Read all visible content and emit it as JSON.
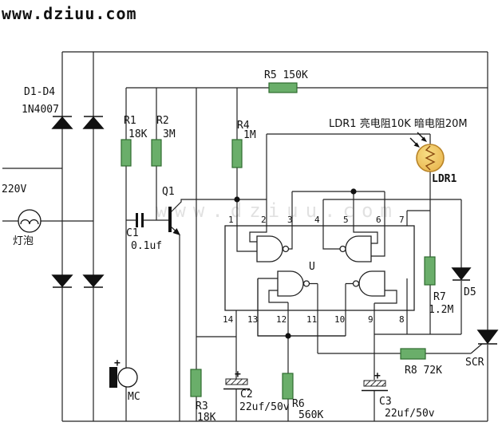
{
  "logo": {
    "text": "www.dziuu.com",
    "color": "#dd0000"
  },
  "watermark": "www.dziuu.com",
  "power_input": {
    "voltage": "220V",
    "lamp": "灯泡"
  },
  "bridge": {
    "designators": "D1-D4",
    "part": "1N4007"
  },
  "ic": {
    "designator": "U",
    "pins_top": [
      "1",
      "2",
      "3",
      "4",
      "5",
      "6",
      "7"
    ],
    "pins_bottom": [
      "14",
      "13",
      "12",
      "11",
      "10",
      "9",
      "8"
    ]
  },
  "components": {
    "r1": {
      "name": "R1",
      "value": "18K"
    },
    "r2": {
      "name": "R2",
      "value": "3M"
    },
    "r3": {
      "name": "R3",
      "value": "18K"
    },
    "r4": {
      "name": "R4",
      "value": "1M"
    },
    "r5": {
      "label": "R5 150K"
    },
    "r6": {
      "name": "R6",
      "value": "560K"
    },
    "r7": {
      "name": "R7",
      "value": "1.2M"
    },
    "r8": {
      "label": "R8 72K"
    },
    "c1": {
      "name": "C1",
      "value": "0.1uf"
    },
    "c2": {
      "name": "C2",
      "value": "22uf/50v",
      "polarity": "+"
    },
    "c3": {
      "name": "C3",
      "value": "22uf/50v",
      "polarity": "+"
    },
    "q1": {
      "name": "Q1"
    },
    "d5": {
      "name": "D5"
    },
    "scr": {
      "name": "SCR"
    },
    "mc": {
      "name": "MC",
      "polarity": "+"
    },
    "ldr": {
      "name": "LDR1",
      "note": "LDR1 亮电阻10K 暗电阻20M"
    }
  },
  "colors": {
    "wire": "#222222",
    "resistor_fill": "#6aae6a",
    "resistor_border": "#2f6b30",
    "ldr_fill": "#eec055",
    "ldr_border": "#b98427",
    "logo_red": "#dd0000"
  }
}
